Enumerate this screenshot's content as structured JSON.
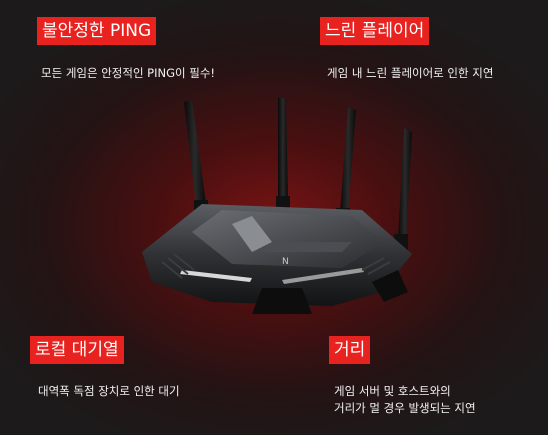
{
  "sections": {
    "unstable_ping": {
      "title": "불안정한 PING",
      "desc": [
        "모든 게임은 안정적인 PING이 필수!"
      ]
    },
    "slow_player": {
      "title": "느린 플레이어",
      "desc": [
        "게임 내 느린 플레이어로 인한 지연"
      ]
    },
    "local_latency": {
      "title": "로컬 대기열",
      "desc": [
        "대역폭 독점 장치로 인한 대기"
      ]
    },
    "distance": {
      "title": "거리",
      "desc": [
        "게임 서버 및 호스트와의",
        "거리가 멀 경우 발생되는 지연"
      ]
    }
  },
  "colors": {
    "accent": "#e8221f",
    "background": "#1c1a1a",
    "glow": "#7a1414"
  }
}
